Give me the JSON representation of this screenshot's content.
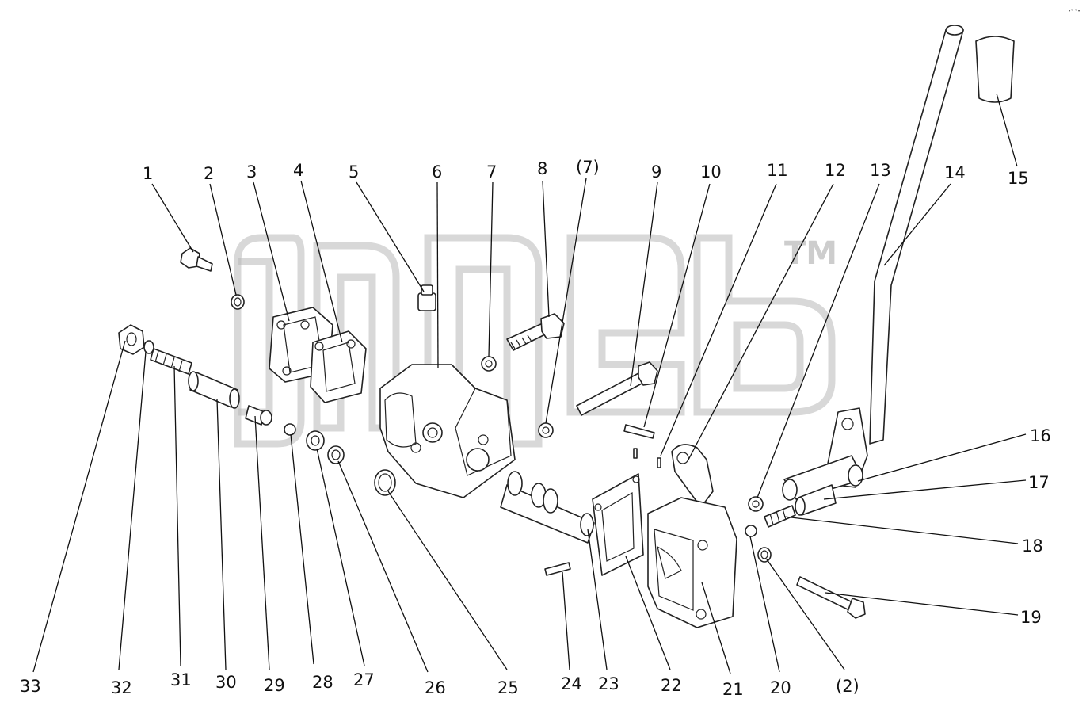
{
  "diagram": {
    "watermark_text": "TM",
    "corner_mark": "•⁰ ⁰•",
    "callouts": [
      "1",
      "2",
      "3",
      "4",
      "5",
      "6",
      "7",
      "8",
      "(7)",
      "9",
      "10",
      "11",
      "12",
      "13",
      "14",
      "15",
      "16",
      "17",
      "18",
      "19",
      "(2)",
      "20",
      "21",
      "22",
      "23",
      "24",
      "25",
      "26",
      "27",
      "28",
      "29",
      "30",
      "31",
      "32",
      "33"
    ]
  }
}
